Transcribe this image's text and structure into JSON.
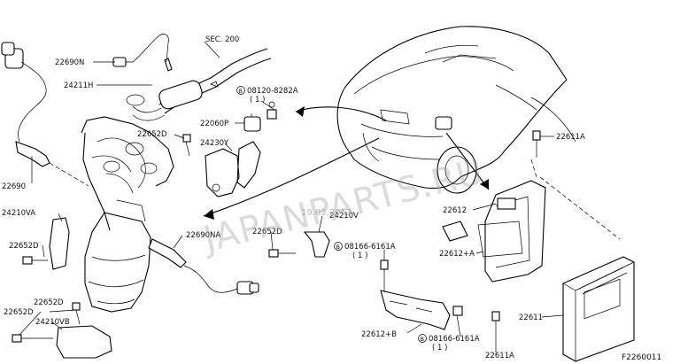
{
  "watermark": "JAPANPARTS.RU",
  "date_stamp": "19.03.2013",
  "figure_code": "F2260011",
  "section_ref": "SEC. 200",
  "labels": {
    "p22690N": "22690N",
    "p24211H": "24211H",
    "p08120_8282A": "08120-8282A",
    "p08120_qty": "( 1 )",
    "p22060P": "22060P",
    "p22652D_a": "22652D",
    "p24230Y": "24230Y",
    "p22690": "22690",
    "p24210VA": "24210VA",
    "p22652D_b": "22652D",
    "p22690NA": "22690NA",
    "p22652D_c": "22652D",
    "p24210V": "24210V",
    "p22652D_d": "22652D",
    "p22652D_e": "22652D",
    "p24210VB": "24210VB",
    "p08166_6161A_a": "08166-6161A",
    "p08166_qty_a": "( 1 )",
    "p22612B": "22612+B",
    "p08166_6161A_b": "08166-6161A",
    "p08166_qty_b": "( 1 )",
    "p22611A_a": "22611A",
    "p22611A_b": "22611A",
    "p22612": "22612",
    "p22612A": "22612+A",
    "p22611": "22611"
  }
}
